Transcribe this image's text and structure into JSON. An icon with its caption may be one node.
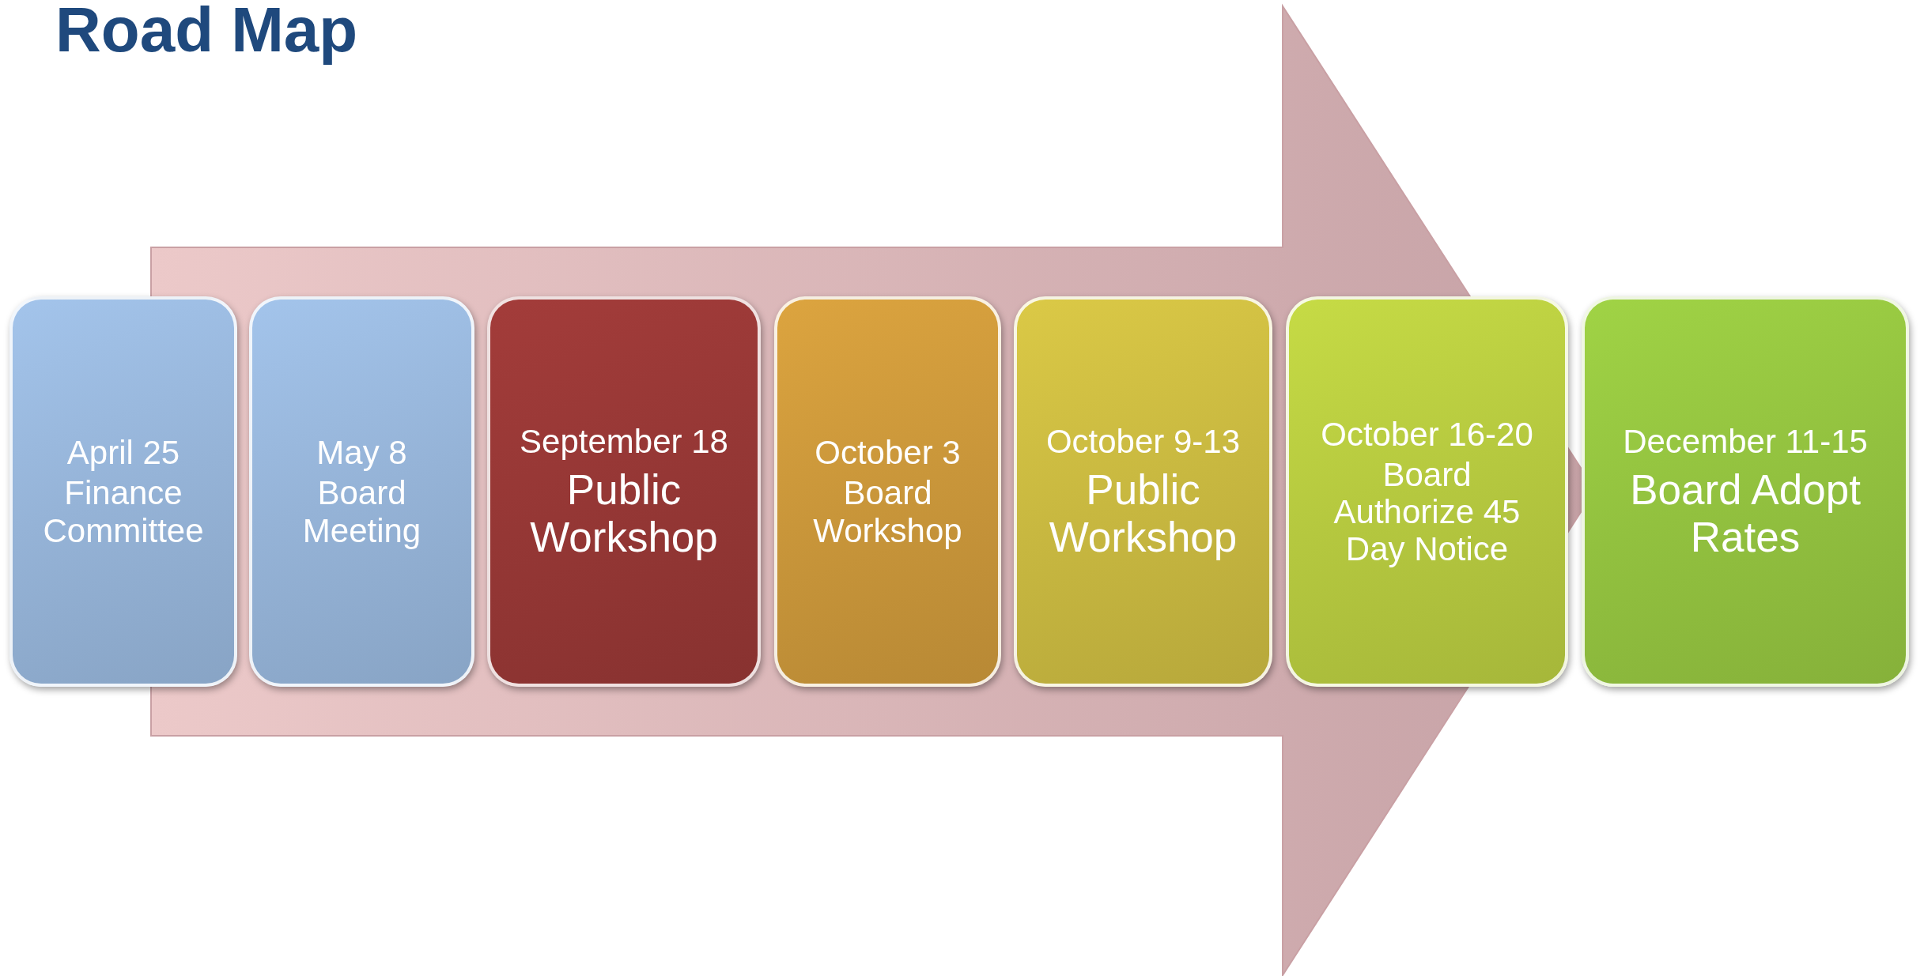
{
  "diagram": {
    "title": "Road Map",
    "nodes": [
      {
        "text": [
          "April 25",
          "Finance Committee"
        ]
      },
      {
        "text": [
          "May 8",
          "Board Meeting"
        ]
      },
      {
        "text": [
          "September 18",
          "Public Workshop"
        ]
      },
      {
        "text": [
          "October 3",
          "Board Workshop"
        ]
      },
      {
        "text": [
          "October 9-13",
          "Public Workshop"
        ]
      },
      {
        "text": [
          "October 16-20",
          "Board Authorize 45 Day Notice"
        ]
      },
      {
        "text": [
          "December 11-15",
          "Board Adopt Rates"
        ]
      }
    ],
    "edges": [
      {
        "from": 0,
        "to": 6,
        "arrow": "to"
      }
    ]
  }
}
